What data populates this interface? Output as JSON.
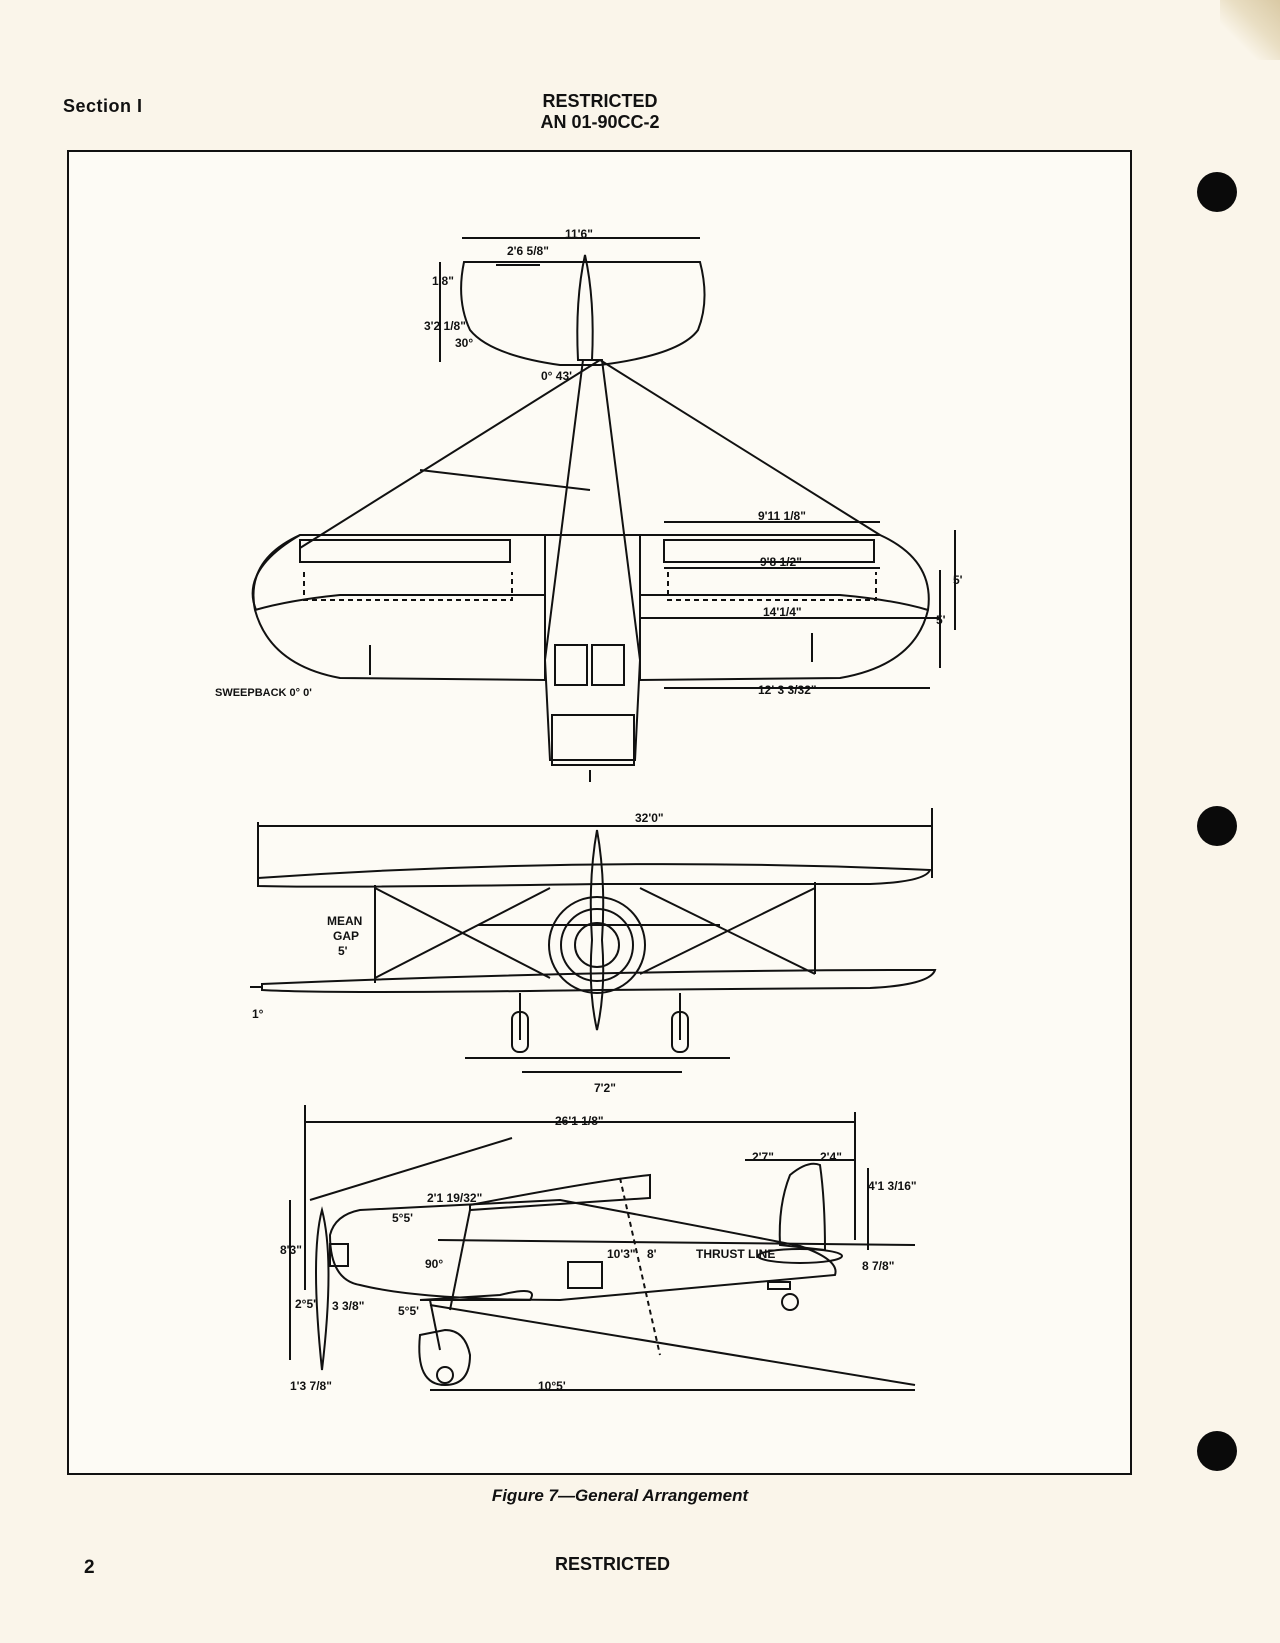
{
  "header": {
    "section": "Section I",
    "classification": "RESTRICTED",
    "document_number": "AN 01-90CC-2"
  },
  "figure": {
    "caption": "Figure 7—General Arrangement",
    "top_view": {
      "tail_span": "11'6\"",
      "elevator_tab": "2'6 5/8\"",
      "stab_chord": "1'8\"",
      "tail_depth": "3'2 1/8\"",
      "tail_angle": "30°",
      "dihedral_note": "0° 43'",
      "dim_a": "9'11 1/8\"",
      "dim_b": "9'8 1/2\"",
      "dim_c": "14'1/4\"",
      "dim_d": "12' 3 3/32\"",
      "dim_e": "5'",
      "dim_f": "5'",
      "sweepback": "SWEEPBACK 0° 0'"
    },
    "front_view": {
      "span": "32'0\"",
      "mean_gap_line1": "MEAN",
      "mean_gap_line2": "GAP",
      "mean_gap_line3": "5'",
      "dihedral": "1°",
      "tread": "7'2\""
    },
    "side_view": {
      "length": "26'1 1/8\"",
      "fin_dim1": "2'7\"",
      "fin_dim2": "2'4\"",
      "height": "4'1 3/16\"",
      "stagger": "2'1 19/32\"",
      "dim_5_5a": "5°5'",
      "angle_90": "90°",
      "dim_10_3": "10'3\"",
      "dim_8": "8'",
      "thrust_line": "THRUST LINE",
      "prop_height": "8'3\"",
      "dim_8_7_8": "8 7/8\"",
      "dim_2_5": "2°5'",
      "dim_3_3_8": "3 3/8\"",
      "dim_5_5b": "5°5'",
      "ground_clear": "1'3 7/8\"",
      "ground_angle": "10°5'"
    }
  },
  "footer": {
    "page_number": "2",
    "classification": "RESTRICTED"
  }
}
